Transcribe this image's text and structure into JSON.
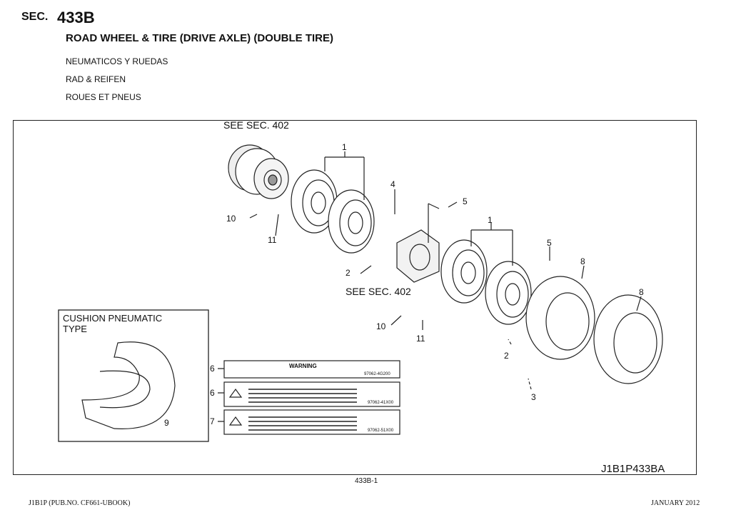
{
  "header": {
    "sec_label": "SEC.",
    "sec_number": "433B",
    "title": "ROAD WHEEL & TIRE (DRIVE AXLE) (DOUBLE TIRE)",
    "subtitles": [
      "NEUMATICOS Y RUEDAS",
      "RAD & REIFEN",
      "ROUES ET PNEUS"
    ]
  },
  "diagram": {
    "see_sec_top": "SEE SEC. 402",
    "see_sec_mid": "SEE SEC. 402",
    "callouts": {
      "c1a": "1",
      "c1b": "1",
      "c2a": "2",
      "c2b": "2",
      "c3": "3",
      "c4": "4",
      "c5a": "5",
      "c5b": "5",
      "c6a": "6",
      "c6b": "6",
      "c7": "7",
      "c8a": "8",
      "c8b": "8",
      "c9": "9",
      "c10a": "10",
      "c10b": "10",
      "c11a": "11",
      "c11b": "11"
    },
    "inset_title_line1": "CUSHION PNEUMATIC",
    "inset_title_line2": "TYPE",
    "labels": {
      "warning": "WARNING",
      "code_6a": "97062-4G200",
      "code_6b": "97062-41X00",
      "code_7": "97062-51X00"
    },
    "figure_code": "J1B1P433BA"
  },
  "footer": {
    "page_number": "433B-1",
    "pub_info": "J1B1P (PUB.NO. CF661-UBOOK)",
    "date": "JANUARY 2012"
  }
}
